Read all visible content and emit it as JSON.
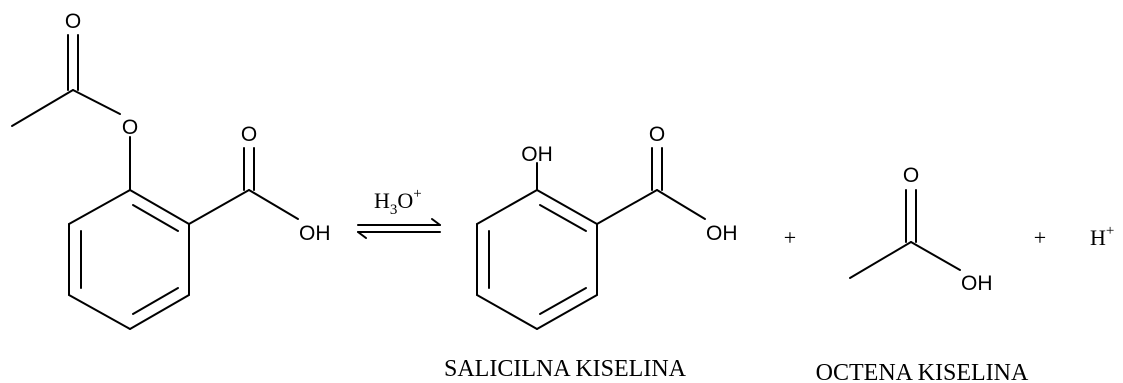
{
  "reaction": {
    "catalyst": {
      "base": "H",
      "sub": "3",
      "mid": "O",
      "sup": "+"
    },
    "plus_sign": "+",
    "proton": {
      "base": "H",
      "sup": "+"
    }
  },
  "aspirin": {
    "labels": {
      "carbonyl_o": "O",
      "ester_o": "O",
      "acid_o": "O",
      "acid_oh": "OH"
    }
  },
  "salicylic_acid": {
    "name": "SALICILNA KISELINA",
    "labels": {
      "oh_top": "OH",
      "acid_o": "O",
      "acid_oh": "OH"
    }
  },
  "acetic_acid": {
    "name": "OCTENA KISELINA",
    "labels": {
      "carbonyl_o": "O",
      "acid_oh": "OH"
    }
  }
}
